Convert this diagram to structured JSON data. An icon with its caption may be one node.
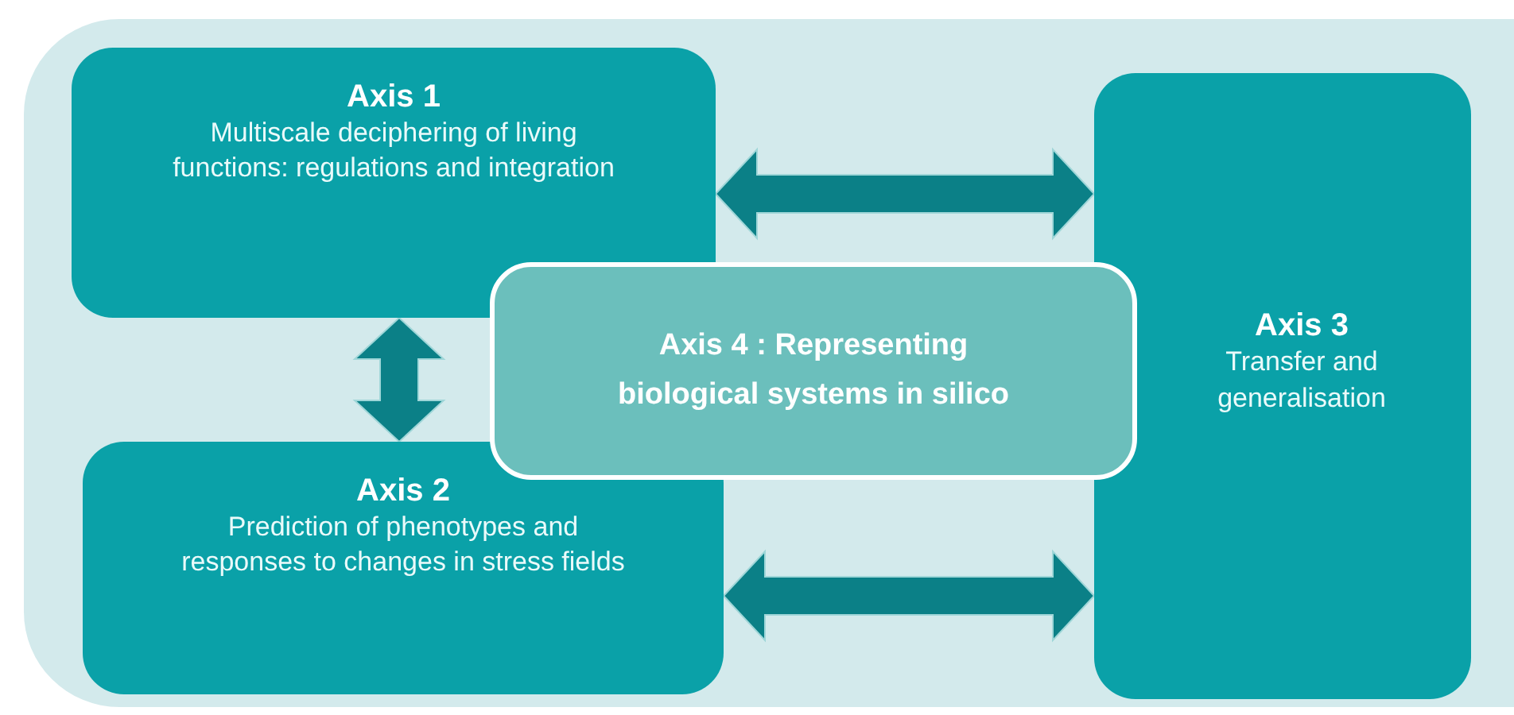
{
  "diagram": {
    "nodes": [
      {
        "text": [
          "Axis 1",
          "Multiscale deciphering of living functions: regulations and integration"
        ]
      },
      {
        "text": [
          "Axis 2",
          "Prediction of phenotypes and responses to changes in stress fields"
        ]
      },
      {
        "text": [
          "Axis 3",
          "Transfer and generalisation"
        ]
      },
      {
        "text": [
          "Axis 4 : Representing biological systems in silico"
        ]
      }
    ],
    "edges": [
      {
        "from": 0,
        "to": 2,
        "arrow": "both"
      },
      {
        "from": 0,
        "to": 1,
        "arrow": "both"
      },
      {
        "from": 1,
        "to": 2,
        "arrow": "both"
      }
    ]
  }
}
